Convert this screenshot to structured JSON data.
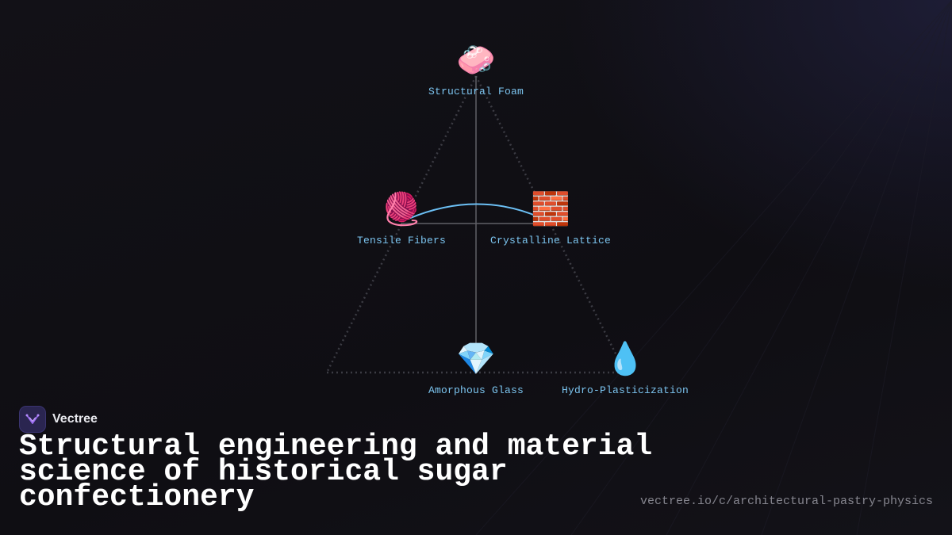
{
  "brand": {
    "name": "Vectree",
    "logo_icon": "vectree-logo-icon",
    "logo_color": "#9b6cf2"
  },
  "title": "Structural engineering and material science of historical sugar confectionery",
  "url": "vectree.io/c/architectural-pastry-physics",
  "colors": {
    "label": "#7cc5f0",
    "curve": "#6cc0f5",
    "line": "#606066",
    "dotted": "#3c3c44"
  },
  "nodes": [
    {
      "key": "foam",
      "label": "Structural Foam",
      "icon": "soap-icon",
      "glyph": "🧼"
    },
    {
      "key": "fibers",
      "label": "Tensile Fibers",
      "icon": "yarn-icon",
      "glyph": "🧶"
    },
    {
      "key": "lattice",
      "label": "Crystalline Lattice",
      "icon": "brick-icon",
      "glyph": "🧱"
    },
    {
      "key": "glass",
      "label": "Amorphous Glass",
      "icon": "gem-icon",
      "glyph": "💎"
    },
    {
      "key": "hydro",
      "label": "Hydro-Plasticization",
      "icon": "droplet-icon",
      "glyph": "💧"
    }
  ]
}
